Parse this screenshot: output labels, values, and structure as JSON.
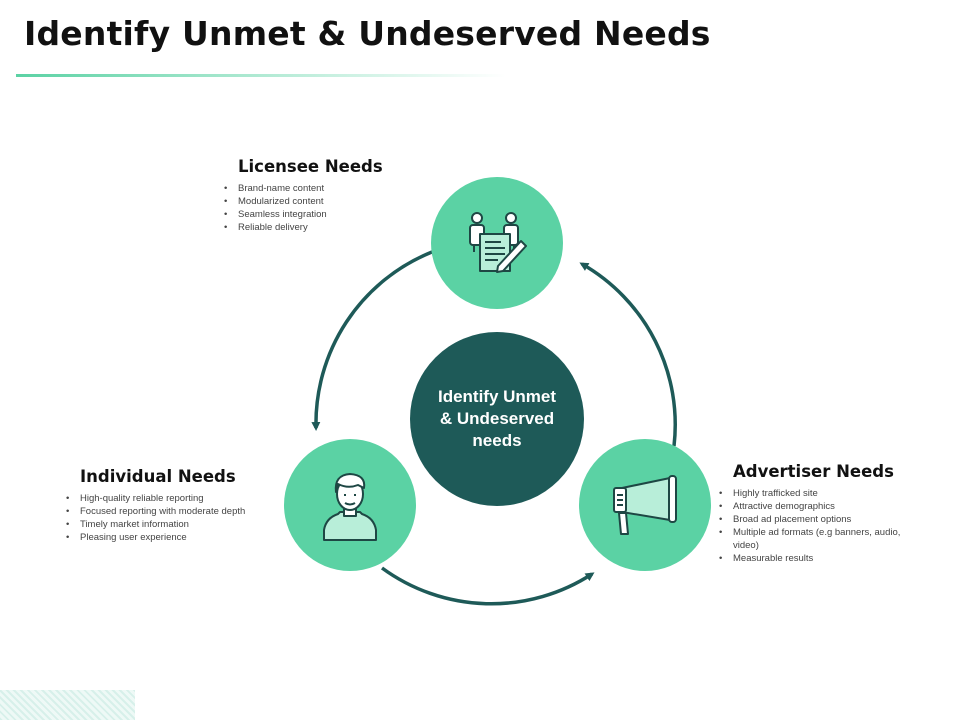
{
  "title": "Identify Unmet & Undeserved Needs",
  "colors": {
    "node_fill": "#5bd2a4",
    "hub_fill": "#1e5a58",
    "arrow": "#1e5a58",
    "accent_line": "#5bd2a4"
  },
  "hub": {
    "lines": [
      "Identify Unmet",
      "& Undeserved",
      "needs"
    ]
  },
  "nodes": {
    "licensee": {
      "heading": "Licensee Needs",
      "icon": "document-people-icon",
      "bullets": [
        "Brand-name content",
        "Modularized content",
        "Seamless integration",
        "Reliable delivery"
      ]
    },
    "individual": {
      "heading": "Individual Needs",
      "icon": "person-icon",
      "bullets": [
        "High-quality reliable reporting",
        "Focused reporting with moderate depth",
        "Timely market information",
        "Pleasing user experience"
      ]
    },
    "advertiser": {
      "heading": "Advertiser Needs",
      "icon": "megaphone-icon",
      "bullets": [
        "Highly trafficked site",
        "Attractive demographics",
        "Broad ad placement options",
        "Multiple ad formats (e.g banners, audio, video)",
        "Measurable results"
      ]
    }
  }
}
